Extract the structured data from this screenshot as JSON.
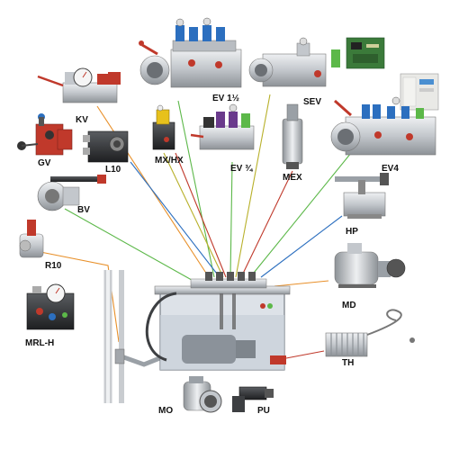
{
  "diagram": {
    "labels": {
      "ev_1_5": "EV 1½",
      "sev": "SEV",
      "kv": "KV",
      "gv": "GV",
      "l10": "L10",
      "mx_hx": "MX/HX",
      "ev_3_4": "EV ¾",
      "mex": "MEX",
      "ev4": "EV4",
      "bv": "BV",
      "hp": "HP",
      "r10": "R10",
      "md": "MD",
      "mrl_h": "MRL-H",
      "th": "TH",
      "mo": "MO",
      "pu": "PU"
    },
    "colors": {
      "orange": "#e8902a",
      "green": "#5cb849",
      "olive": "#b8b02a",
      "red": "#c0392b",
      "blue": "#2c6fbf",
      "gray_metal": "#9aa0a6",
      "dark_metal": "#3d3f42",
      "light_metal": "#d4d7db",
      "tank_fill": "#dde2e8"
    },
    "icons": [
      "ev-valve-block-icon",
      "sev-controller-icon",
      "kv-valve-icon",
      "gv-valve-icon",
      "l10-block-icon",
      "mx-hx-valve-icon",
      "ev34-valve-icon",
      "mex-cylinder-icon",
      "ev4-valve-block-icon",
      "bv-ball-valve-icon",
      "hp-hand-pump-icon",
      "r10-regulator-icon",
      "md-motor-icon",
      "mrl-h-block-icon",
      "th-heat-exchanger-icon",
      "mo-motor-icon",
      "pu-pump-icon",
      "hydraulic-tank-icon",
      "electrical-cabinet-icon"
    ]
  }
}
